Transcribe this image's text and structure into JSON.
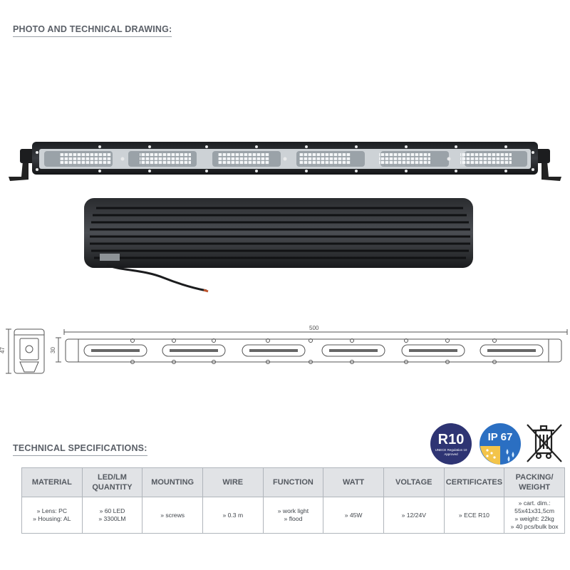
{
  "photo_section": {
    "title": "PHOTO AND TECHNICAL DRAWING:"
  },
  "drawing": {
    "length_label": "500",
    "height_label": "30",
    "side_height_label": "47"
  },
  "spec_section": {
    "title": "TECHNICAL SPECIFICATIONS:"
  },
  "badges": {
    "r10": {
      "main": "R10",
      "line1": "UNECE Regulation 10",
      "line2": "Approved"
    },
    "ip": {
      "main": "IP 67"
    },
    "weee": {
      "icon": "crossed-bin-icon"
    }
  },
  "colors": {
    "badge_navy": "#2e3473",
    "badge_blue": "#2b6fc2",
    "badge_yellow": "#f3c44a",
    "header_bg": "#e1e3e6"
  },
  "spec_table": {
    "headers": [
      "MATERIAL",
      "LED/LM\nQUANTITY",
      "MOUNTING",
      "WIRE",
      "FUNCTION",
      "WATT",
      "VOLTAGE",
      "CERTIFICATES",
      "PACKING/\nWEIGHT"
    ],
    "cells": [
      [
        "» Lens: PC",
        "» Housing: AL"
      ],
      [
        "» 60 LED",
        "» 3300LM"
      ],
      [
        "» screws"
      ],
      [
        "» 0.3 m"
      ],
      [
        "» work light",
        "» flood"
      ],
      [
        "» 45W"
      ],
      [
        "» 12/24V"
      ],
      [
        "» ECE R10"
      ],
      [
        "» cart. dim.:",
        "55x41x31,5cm",
        "» weight: 22kg",
        "» 40 pcs/bulk box"
      ]
    ]
  }
}
